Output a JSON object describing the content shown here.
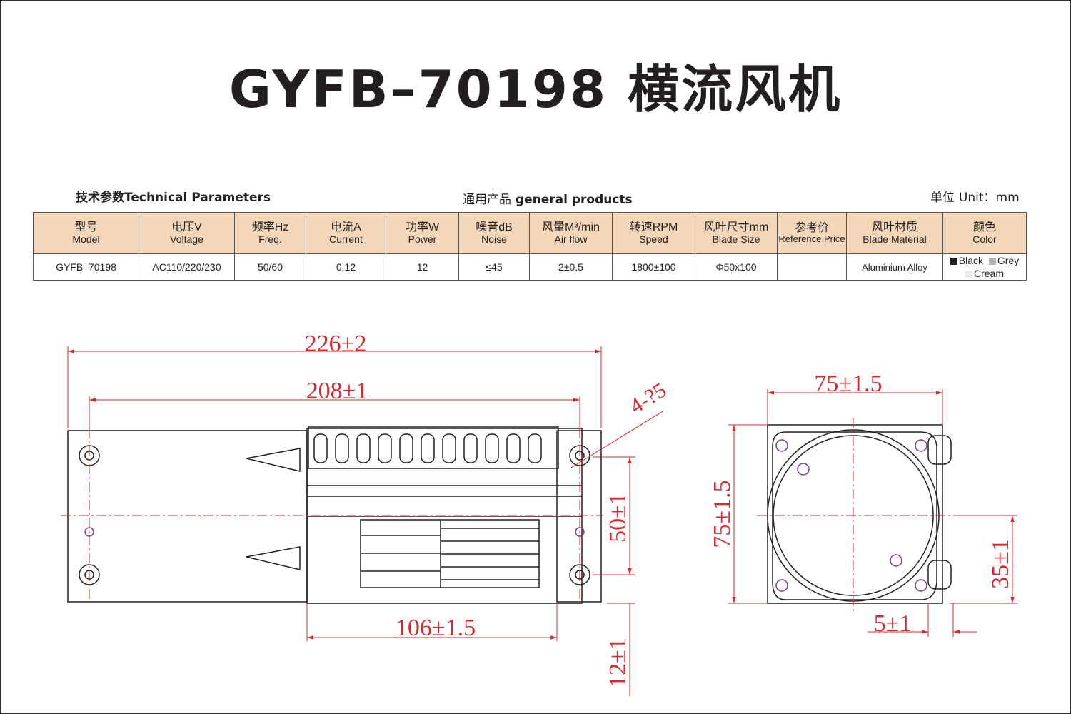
{
  "title": "GYFB–70198 横流风机",
  "header": {
    "tech_cn": "技术参数",
    "tech_en": "Technical Parameters",
    "general_cn": "通用产品",
    "general_en": "general products",
    "unit_cn": "单位",
    "unit_en": "Unit：mm"
  },
  "table": {
    "columns": [
      {
        "cn": "型号",
        "en": "Model"
      },
      {
        "cn": "电压V",
        "en": "Voltage"
      },
      {
        "cn": "频率Hz",
        "en": "Freq."
      },
      {
        "cn": "电流A",
        "en": "Current"
      },
      {
        "cn": "功率W",
        "en": "Power"
      },
      {
        "cn": "噪音dB",
        "en": "Noise"
      },
      {
        "cn": "风量M³/min",
        "en": "Air flow"
      },
      {
        "cn": "转速RPM",
        "en": "Speed"
      },
      {
        "cn": "风叶尺寸mm",
        "en": "Blade Size"
      },
      {
        "cn": "参考价",
        "en": "Reference Price"
      },
      {
        "cn": "风叶材质",
        "en": "Blade Material"
      },
      {
        "cn": "颜色",
        "en": "Color"
      }
    ],
    "row": {
      "model": "GYFB–70198",
      "voltage": "AC110/220/230",
      "freq": "50/60",
      "current": "0.12",
      "power": "12",
      "noise": "≤45",
      "airflow": "2±0.5",
      "speed": "1800±100",
      "blade_size": "Φ50x100",
      "price": "",
      "material": "Aluminium Alloy",
      "colors": [
        {
          "name": "Black",
          "swatch": "#231f20"
        },
        {
          "name": "Grey",
          "swatch": "#b4b4b4"
        },
        {
          "name": "Cream",
          "swatch": "#ececec"
        }
      ]
    }
  },
  "dimensions": {
    "overall_length": "226±2",
    "hole_spacing": "208±1",
    "holes": "4-?5",
    "side_height": "50±1",
    "outlet_width": "106±1.5",
    "offset_bottom": "12±1",
    "end_width": "75±1.5",
    "end_height": "75±1.5",
    "end_offset": "35±1",
    "end_flange": "5±1"
  },
  "colors": {
    "dimension": "#d7282f",
    "header_fill": "#f3d7b8",
    "line": "#231f20",
    "mark": "#7b3b8e"
  }
}
